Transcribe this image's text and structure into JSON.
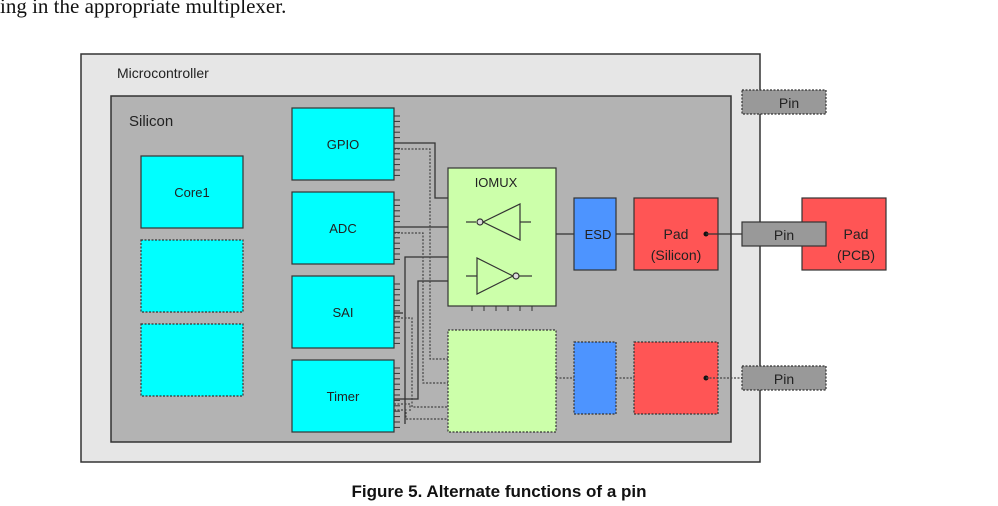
{
  "intro_text": "ing in the appropriate multiplexer.",
  "diagram": {
    "microcontroller_label": "Microcontroller",
    "silicon_label": "Silicon",
    "cores": [
      {
        "label": "Core1",
        "style": "solid"
      },
      {
        "label": "",
        "style": "dashed"
      },
      {
        "label": "",
        "style": "dashed"
      }
    ],
    "peripherals": [
      {
        "label": "GPIO"
      },
      {
        "label": "ADC"
      },
      {
        "label": "SAI"
      },
      {
        "label": "Timer"
      }
    ],
    "iomux": {
      "label": "IOMUX",
      "active": true
    },
    "iomux_ghost": {
      "label": "",
      "active": false
    },
    "esd": {
      "label": "ESD"
    },
    "pad_silicon": {
      "line1": "Pad",
      "line2": "(Silicon)"
    },
    "pad_pcb": {
      "line1": "Pad",
      "line2": "(PCB)"
    },
    "pins": [
      {
        "label": "Pin",
        "style": "dashed"
      },
      {
        "label": "Pin",
        "style": "solid"
      },
      {
        "label": "Pin",
        "style": "dashed"
      }
    ],
    "colors": {
      "microcontroller_bg": "#e6e6e6",
      "silicon_bg": "#b3b3b3",
      "peripheral": "#00ffff",
      "iomux": "#ccffaa",
      "esd": "#4d94ff",
      "pad": "#ff5555",
      "pin": "#999999",
      "stroke": "#333333"
    }
  },
  "caption": "Figure 5. Alternate functions of a pin"
}
